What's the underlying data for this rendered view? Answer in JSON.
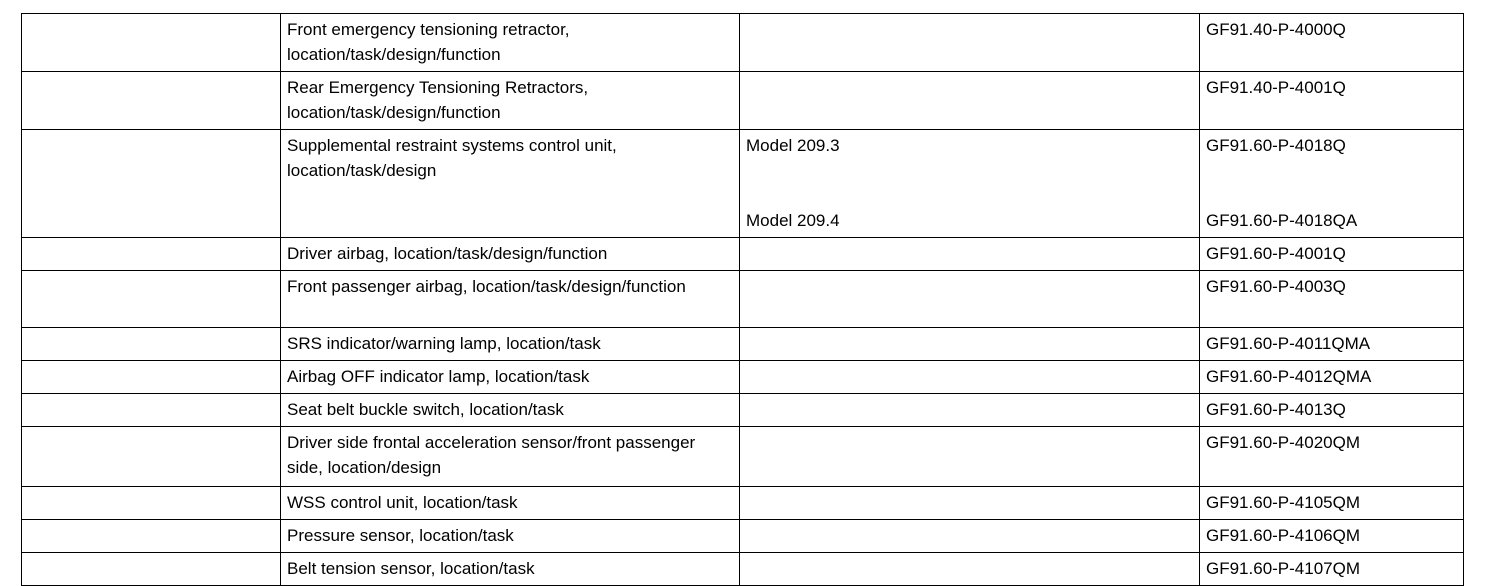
{
  "table": {
    "columns": [
      {
        "key": "index",
        "label": ""
      },
      {
        "key": "description",
        "label": ""
      },
      {
        "key": "model",
        "label": ""
      },
      {
        "key": "document_number",
        "label": ""
      }
    ],
    "rows": [
      {
        "index": "",
        "description": "Front emergency tensioning retractor, location/task/design/function",
        "model": "",
        "document_number": "GF91.40-P-4000Q"
      },
      {
        "index": "",
        "description": "Rear Emergency Tensioning Retractors, location/task/design/function",
        "model": "",
        "document_number": "GF91.40-P-4001Q"
      },
      {
        "index": "",
        "description": "Supplemental restraint systems control unit, location/task/design",
        "model": "Model 209.3",
        "model_2": "Model 209.4",
        "document_number": "GF91.60-P-4018Q",
        "document_number_2": "GF91.60-P-4018QA"
      },
      {
        "index": "",
        "description": "Driver airbag, location/task/design/function",
        "model": "",
        "document_number": "GF91.60-P-4001Q"
      },
      {
        "index": "",
        "description": "Front passenger airbag, location/task/design/function",
        "model": "",
        "document_number": "GF91.60-P-4003Q"
      },
      {
        "index": "",
        "description": "SRS indicator/warning lamp, location/task",
        "model": "",
        "document_number": "GF91.60-P-4011QMA"
      },
      {
        "index": "",
        "description": "Airbag OFF indicator lamp, location/task",
        "model": "",
        "document_number": "GF91.60-P-4012QMA"
      },
      {
        "index": "",
        "description": "Seat belt buckle switch, location/task",
        "model": "",
        "document_number": "GF91.60-P-4013Q"
      },
      {
        "index": "",
        "description": "Driver side frontal acceleration sensor/front passenger side, location/design",
        "model": "",
        "document_number": "GF91.60-P-4020QM"
      },
      {
        "index": "",
        "description": "WSS control unit, location/task",
        "model": "",
        "document_number": "GF91.60-P-4105QM"
      },
      {
        "index": "",
        "description": "Pressure sensor, location/task",
        "model": "",
        "document_number": "GF91.60-P-4106QM"
      },
      {
        "index": "",
        "description": "Belt tension sensor, location/task",
        "model": "",
        "document_number": "GF91.60-P-4107QM"
      }
    ]
  }
}
